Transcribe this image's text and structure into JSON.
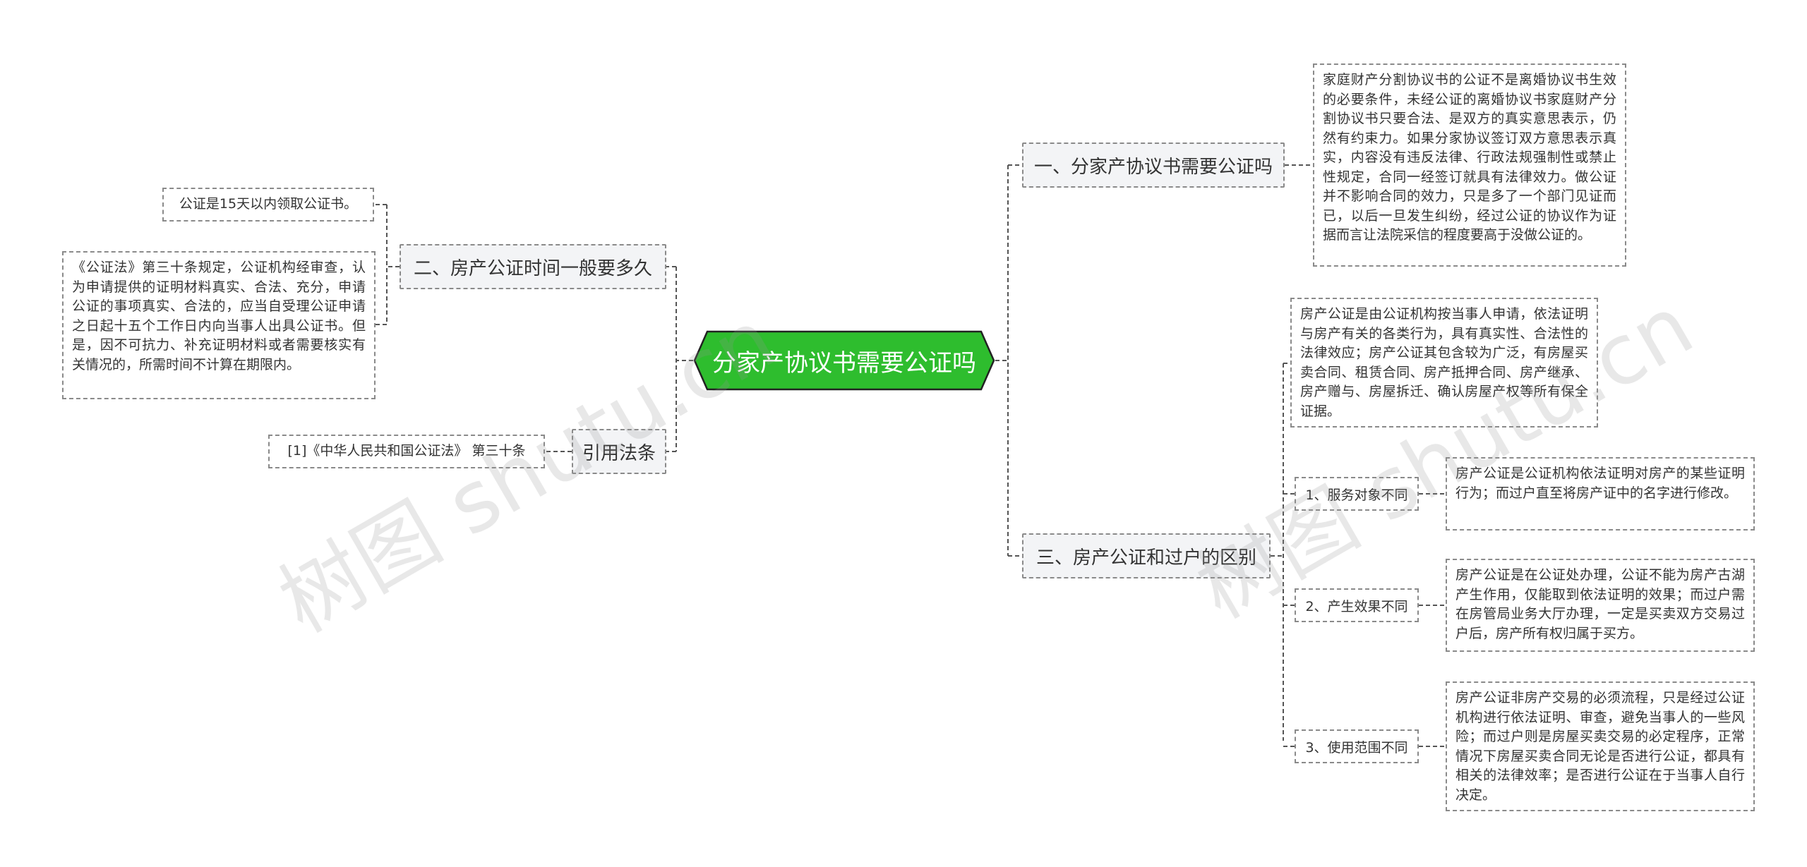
{
  "central": {
    "label": "分家产协议书需要公证吗",
    "fill_color": "#2ebd2e",
    "border_color": "#222222"
  },
  "line_color": "#555555",
  "branches": {
    "b1": {
      "title": "一、分家产协议书需要公证吗",
      "leaf": "家庭财产分割协议书的公证不是离婚协议书生效的必要条件，未经公证的离婚协议书家庭财产分割协议书只要合法、是双方的真实意思表示，仍然有约束力。如果分家协议签订双方意思表示真实，内容没有违反法律、行政法规强制性或禁止性规定，合同一经签订就具有法律效力。做公证并不影响合同的效力，只是多了一个部门见证而已，以后一旦发生纠纷，经过公证的协议作为证据而言让法院采信的程度要高于没做公证的。"
    },
    "b2": {
      "title": "二、房产公证时间一般要多久",
      "leaf1": "公证是15天以内领取公证书。",
      "leaf2": "《公证法》第三十条规定，公证机构经审查，认为申请提供的证明材料真实、合法、充分，申请公证的事项真实、合法的，应当自受理公证申请之日起十五个工作日内向当事人出具公证书。但是，因不可抗力、补充证明材料或者需要核实有关情况的，所需时间不计算在期限内。"
    },
    "b3": {
      "title": "三、房产公证和过户的区别",
      "intro": "房产公证是由公证机构按当事人申请，依法证明与房产有关的各类行为，具有真实性、合法性的法律效应；房产公证其包含较为广泛，有房屋买卖合同、租赁合同、房产抵押合同、房产继承、房产赠与、房屋拆迁、确认房屋产权等所有保全证据。",
      "sub1": {
        "label": "1、服务对象不同",
        "leaf": "房产公证是公证机构依法证明对房产的某些证明行为；而过户直至将房产证中的名字进行修改。"
      },
      "sub2": {
        "label": "2、产生效果不同",
        "leaf": "房产公证是在公证处办理，公证不能为房产古湖产生作用，仅能取到依法证明的效果；而过户需在房管局业务大厅办理，一定是买卖双方交易过户后，房产所有权归属于买方。"
      },
      "sub3": {
        "label": "3、使用范围不同",
        "leaf": "房产公证非房产交易的必须流程，只是经过公证机构进行依法证明、审查，避免当事人的一些风险；而过户则是房屋买卖交易的必定程序，正常情况下房屋买卖合同无论是否进行公证，都具有相关的法律效率；是否进行公证在于当事人自行决定。"
      }
    },
    "b4": {
      "title": "引用法条",
      "leaf": "[1]《中华人民共和国公证法》 第三十条"
    }
  },
  "watermarks": [
    "树图 shutu.cn",
    "树图 shutu.cn"
  ]
}
